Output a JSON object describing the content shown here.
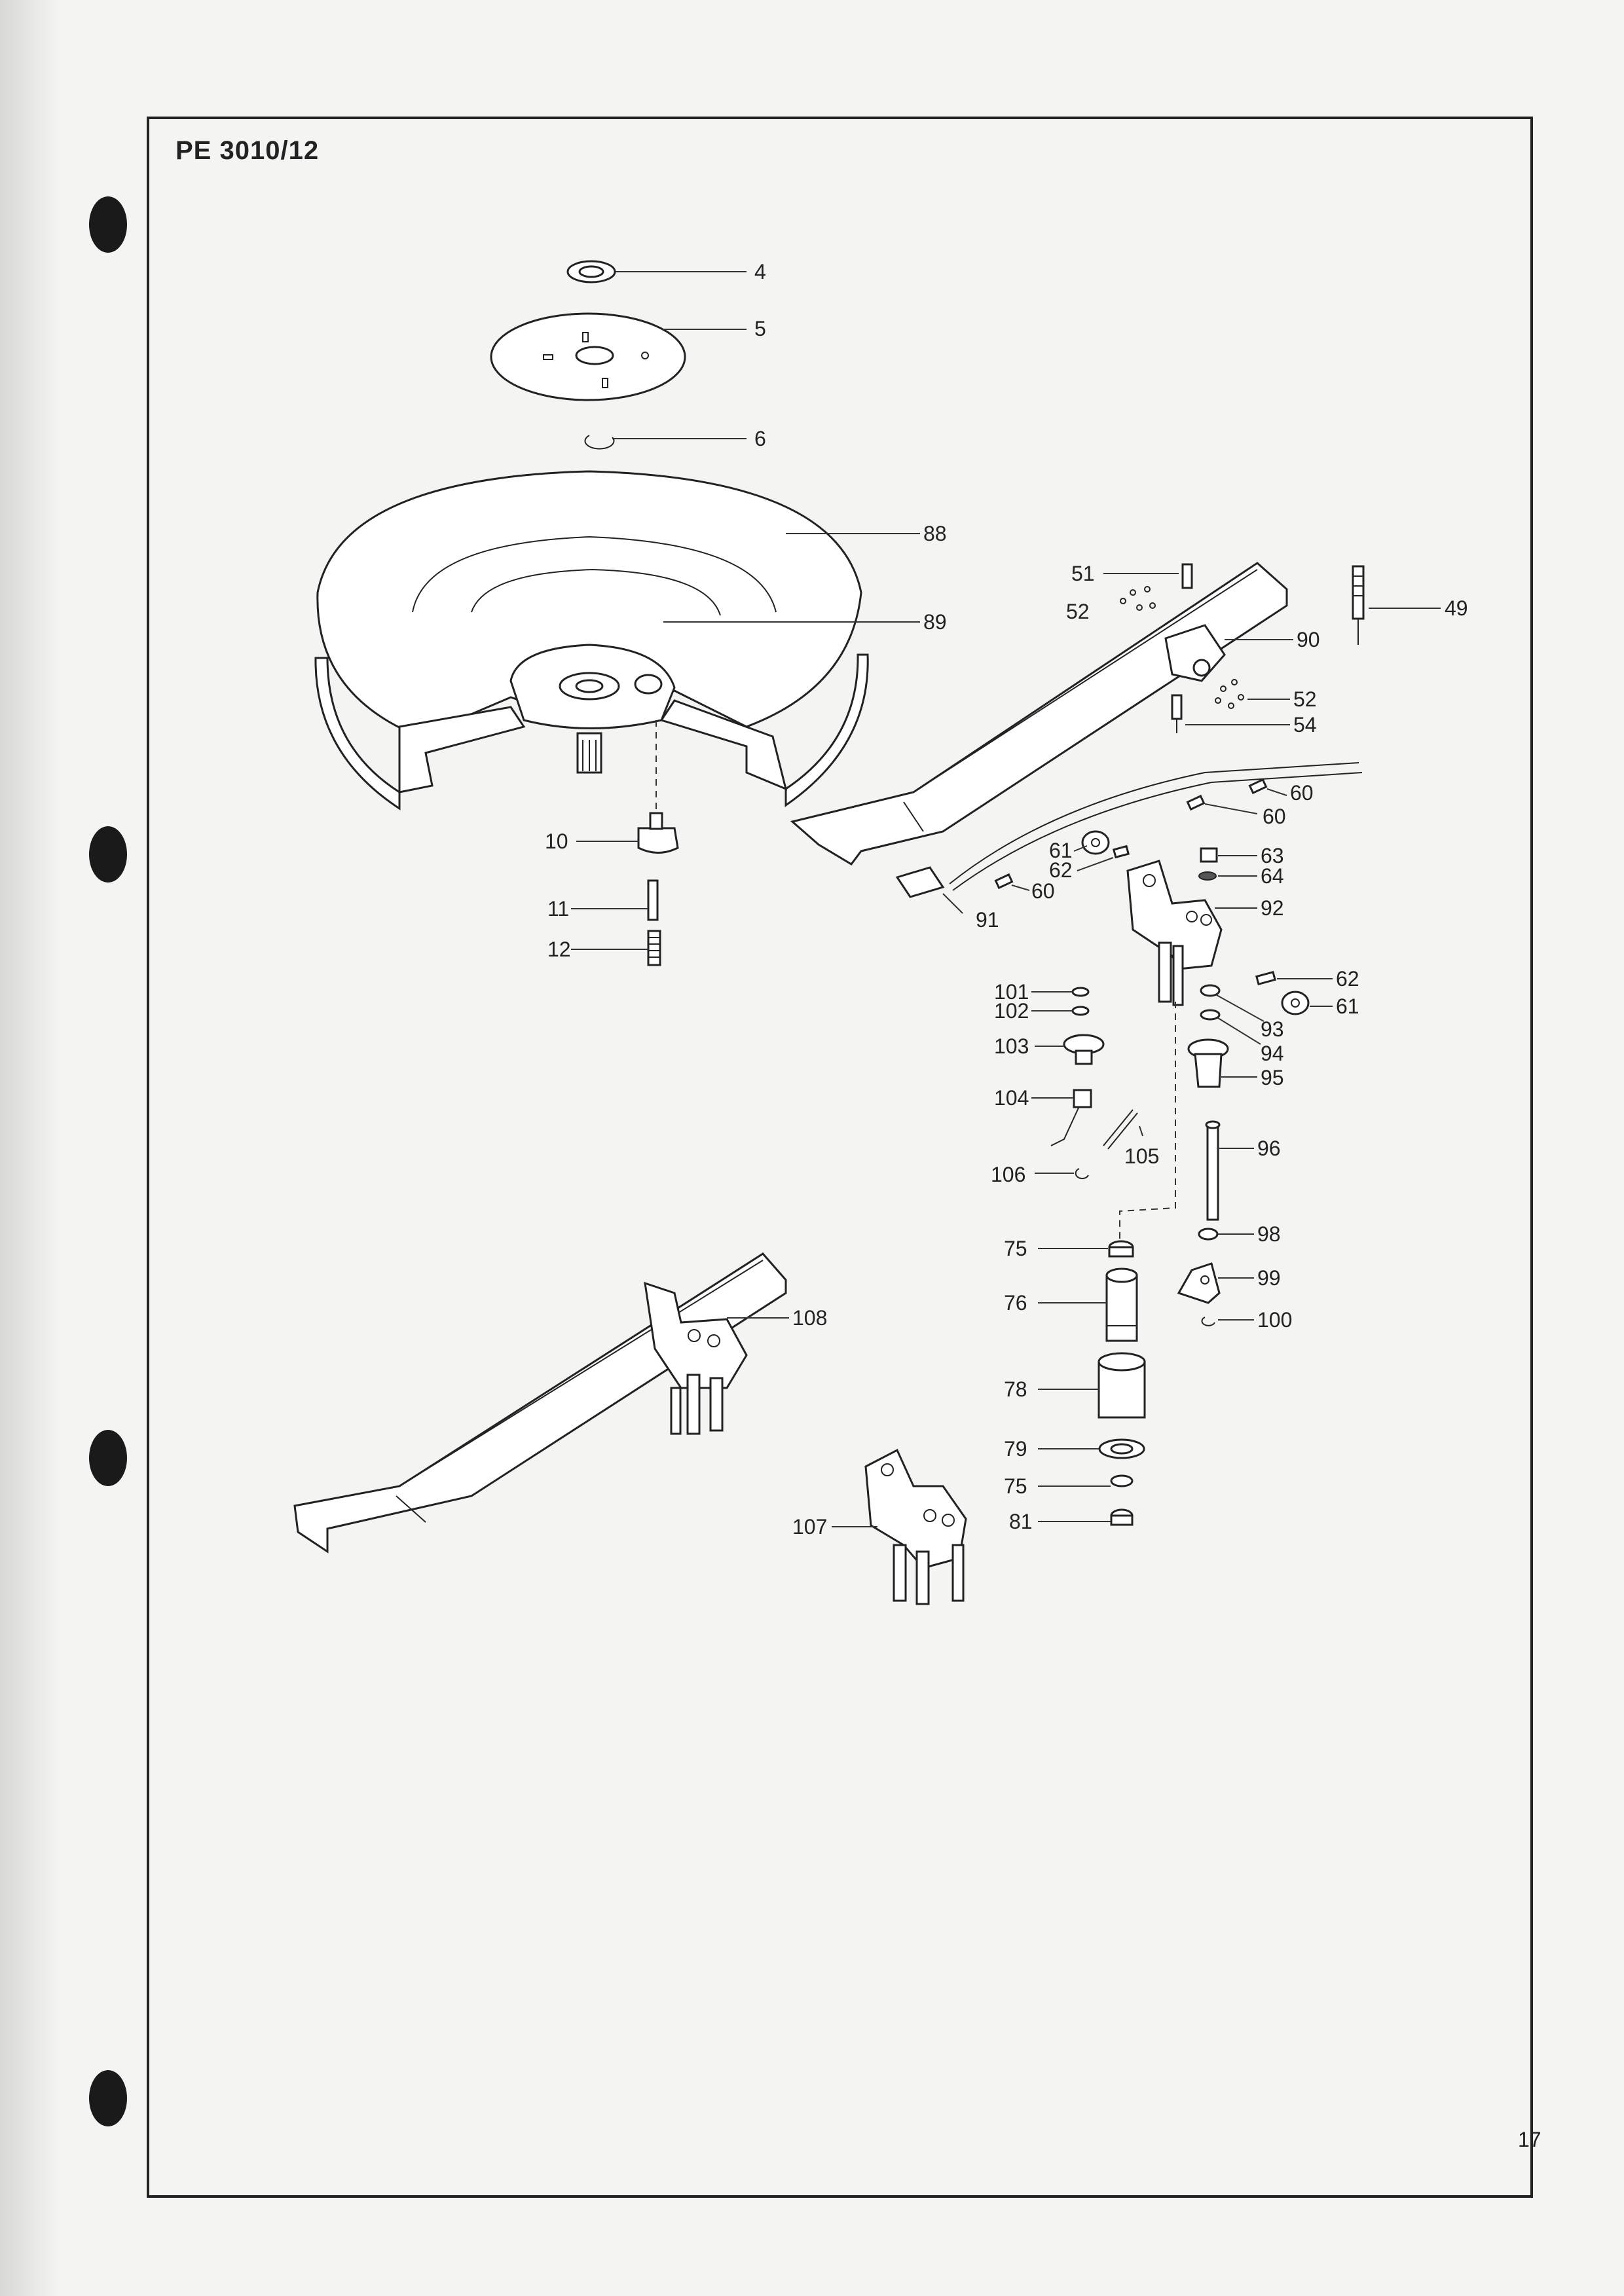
{
  "title": "PE 3010/12",
  "page_number": "17",
  "callouts": {
    "c4": "4",
    "c5": "5",
    "c6": "6",
    "c88": "88",
    "c89": "89",
    "c10": "10",
    "c11": "11",
    "c12": "12",
    "c51": "51",
    "c52a": "52",
    "c49": "49",
    "c90": "90",
    "c52b": "52",
    "c54": "54",
    "c60a": "60",
    "c60b": "60",
    "c60c": "60",
    "c61a": "61",
    "c62a": "62",
    "c63": "63",
    "c64": "64",
    "c91": "91",
    "c92": "92",
    "c62b": "62",
    "c61b": "61",
    "c93": "93",
    "c94": "94",
    "c95": "95",
    "c96": "96",
    "c101": "101",
    "c102": "102",
    "c103": "103",
    "c104": "104",
    "c105": "105",
    "c106": "106",
    "c98": "98",
    "c99": "99",
    "c100": "100",
    "c75a": "75",
    "c76": "76",
    "c78": "78",
    "c79": "79",
    "c75b": "75",
    "c81": "81",
    "c108": "108",
    "c107": "107"
  }
}
